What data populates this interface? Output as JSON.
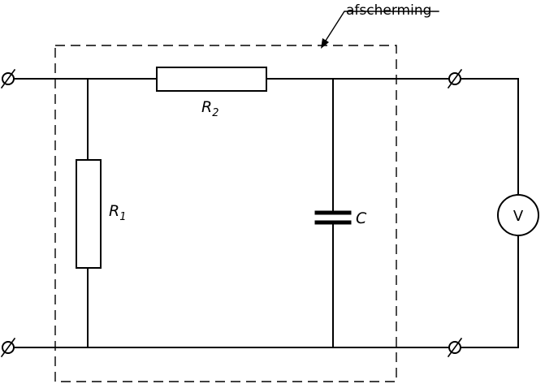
{
  "diagram": {
    "shield_label": "afscherming",
    "components": {
      "r1": {
        "letter": "R",
        "index": "1"
      },
      "r2": {
        "letter": "R",
        "index": "2"
      },
      "capacitor": {
        "letter": "C"
      },
      "voltmeter": {
        "symbol": "V"
      }
    }
  }
}
